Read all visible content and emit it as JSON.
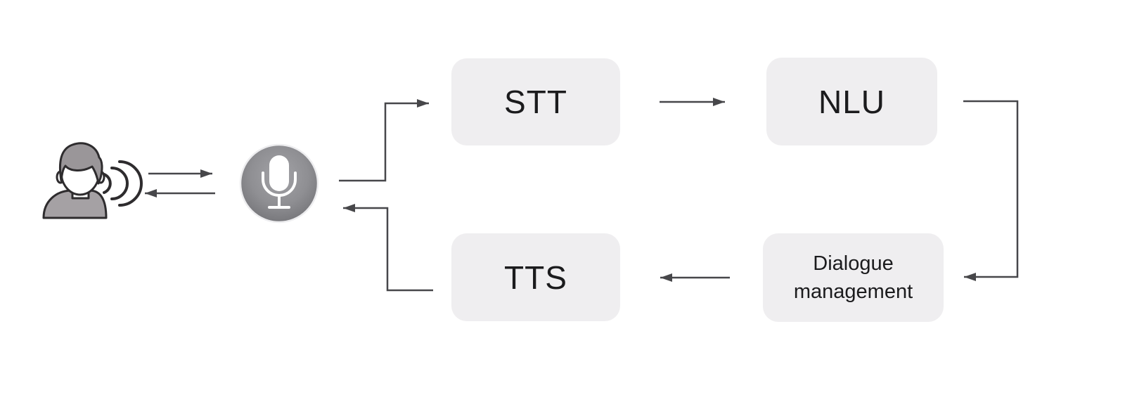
{
  "nodes": {
    "stt": {
      "label": "STT"
    },
    "nlu": {
      "label": "NLU"
    },
    "dialogue": {
      "label_line1": "Dialogue",
      "label_line2": "management"
    },
    "tts": {
      "label": "TTS"
    }
  },
  "icons": {
    "user": "user-speaking-icon",
    "sound_waves": "sound-waves-icon",
    "microphone": "microphone-icon"
  },
  "colors": {
    "background": "#ffffff",
    "box_fill": "#efeef0",
    "box_text": "#1b1b1d",
    "arrow": "#47474a",
    "outline": "#2e2c2e",
    "person_fill": "#a5a1a4",
    "hair_fill": "#9a9699",
    "mic_circle_inner": "#a3a3a7",
    "mic_circle_outer": "#707074"
  }
}
